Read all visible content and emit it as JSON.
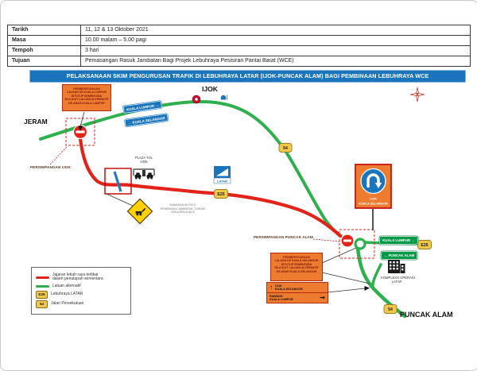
{
  "info_table": {
    "rows": [
      {
        "label": "Tarikh",
        "value": "11, 12 & 13 Oktober 2021"
      },
      {
        "label": "Masa",
        "value": "10.00 malam – 5.00 pagi"
      },
      {
        "label": "Tempoh",
        "value": "3 hari"
      },
      {
        "label": "Tujuan",
        "value": "Pemasangan Rasuk Jambatan Bagi Projek Lebuhraya Pesisiran Pantai Barat (WCE)"
      }
    ]
  },
  "banner": {
    "title": "PELAKSANAAN SKIM PENGURUSAN TRAFIK DI LEBUHRAYA LATAR (IJOK-PUNCAK ALAM) BAGI PEMBINAAN LEBUHRAYA WCE"
  },
  "map": {
    "places": {
      "jeram": "JERAM",
      "ijok": "IJOK",
      "puncak_alam": "PUNCAK ALAM"
    },
    "junction_labels": {
      "ijok": "PERSIMPANGAN IJOK",
      "puncak_alam": "PERSIMPANGAN PUNCAK ALAM"
    },
    "blue_signs": [
      {
        "label": "KUALA LUMPUR →"
      },
      {
        "label": "← KUALA SELANGOR"
      }
    ],
    "green_signs": [
      {
        "label": "KUALA LUMPUR →"
      },
      {
        "label": "← PUNCAK ALAM"
      }
    ],
    "notice_ijok": {
      "title": "PEMBERITAHUAN",
      "lines": [
        "LALUAN KE KUALA LUMPUR",
        "DITUTUP SEMENTARA",
        "SILA IKUT LALUAN ALTERNATIF",
        "KE ARAH KUALA LUMPUR"
      ]
    },
    "notice_puncak_alam": {
      "title": "PEMBERITAHUAN",
      "lines": [
        "LALUAN KE KUALA SELANGOR",
        "DITUTUP SEMENTARA",
        "SILA IKUT LALUAN ALTERNATIF",
        "KE ARAH KUALA SELANGOR"
      ]
    },
    "detour_signs": [
      {
        "arrow": "↑",
        "line1": "IJOK",
        "line2": "KUALA SELANGOR"
      },
      {
        "arrow": "➞",
        "line1": "RAWANG",
        "line2": "KUALA LUMPUR"
      }
    ],
    "uturn_sign": {
      "line1": "IJOK",
      "line2": "KUALA SELANGOR"
    },
    "toll_plaza": {
      "line1": "PLAZA TOL",
      "line2": "IJOK"
    },
    "latar_logo_text": "LATAR",
    "operations_complex": {
      "line1": "KOMPLEKS OPERASI",
      "line2": "LATAR"
    },
    "construction_note": {
      "line1": "KAWASAN AKTIVITI",
      "line2": "PEMBINAAN JAMBATAN 'T-BEAM'",
      "line3": "LEBUHRAYA WCE"
    },
    "shields": {
      "e25": "E25",
      "r54": "54"
    }
  },
  "legend": {
    "items": [
      {
        "label1": "Jajaran lebuh raya terlibat",
        "label2": "dalam penutupan sementara"
      },
      {
        "label1": "Laluan alternatif",
        "label2": ""
      },
      {
        "badge": "E25",
        "label1": "Lebuhraya LATAR",
        "label2": ""
      },
      {
        "badge": "54",
        "label1": "Jalan Persekutuan",
        "label2": ""
      }
    ]
  },
  "colors": {
    "banner_blue": "#1B75BC",
    "route_green": "#2FAF4E",
    "route_red": "#E2231A",
    "notice_orange": "#ED7C31",
    "shield_yellow": "#F2C84B",
    "sign_green": "#009B48"
  }
}
